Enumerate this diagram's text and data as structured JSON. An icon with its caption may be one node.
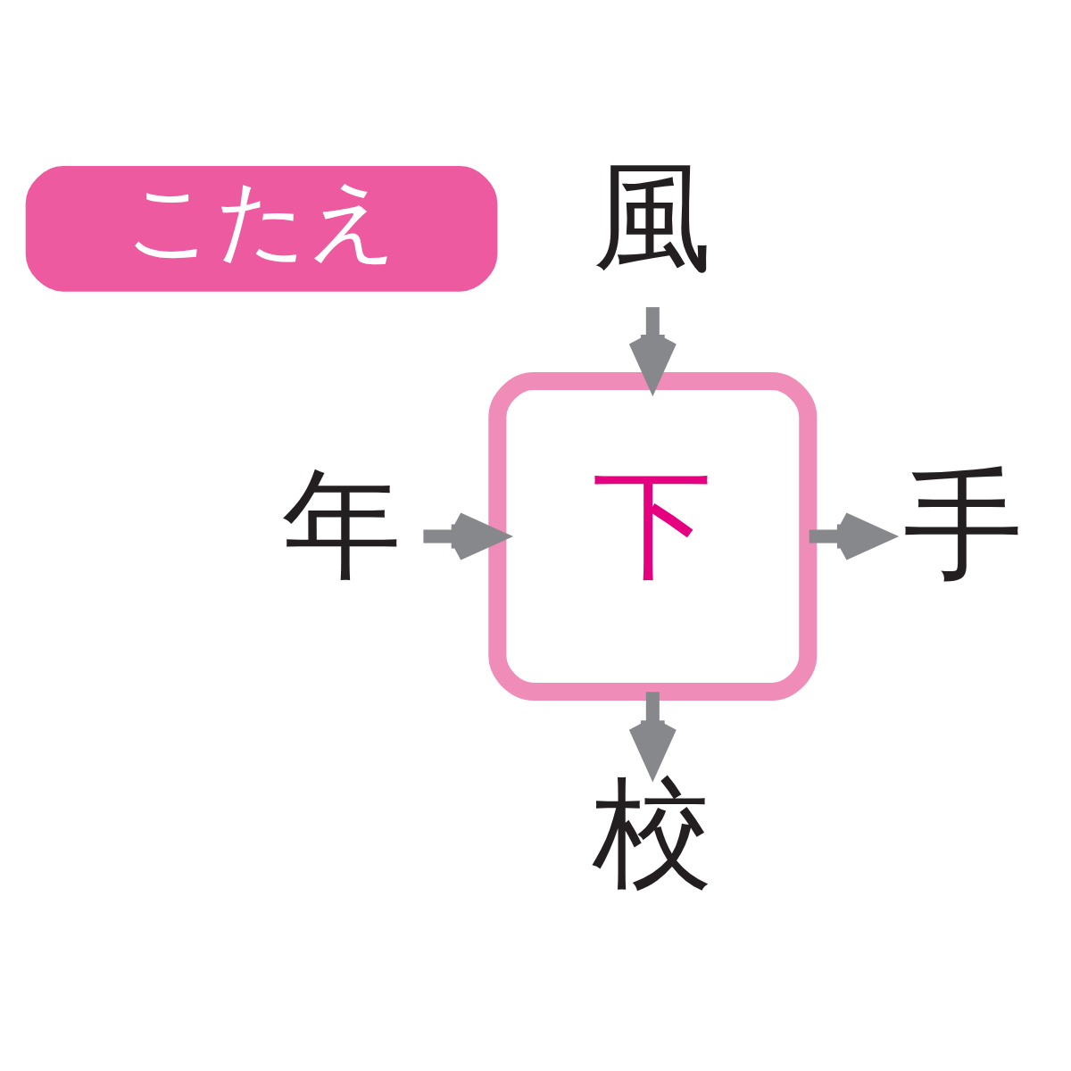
{
  "diagram": {
    "nodes": [
      {
        "text": [
          "こたえ"
        ]
      },
      {
        "text": [
          "風"
        ]
      },
      {
        "text": [
          "年"
        ]
      },
      {
        "text": [
          "下"
        ]
      },
      {
        "text": [
          "手"
        ]
      },
      {
        "text": [
          "校"
        ]
      }
    ],
    "edges": [
      {
        "from": 1,
        "to": 3,
        "arrow": "to"
      },
      {
        "from": 2,
        "to": 3,
        "arrow": "to"
      },
      {
        "from": 3,
        "to": 4,
        "arrow": "to"
      },
      {
        "from": 3,
        "to": 5,
        "arrow": "to"
      }
    ]
  }
}
